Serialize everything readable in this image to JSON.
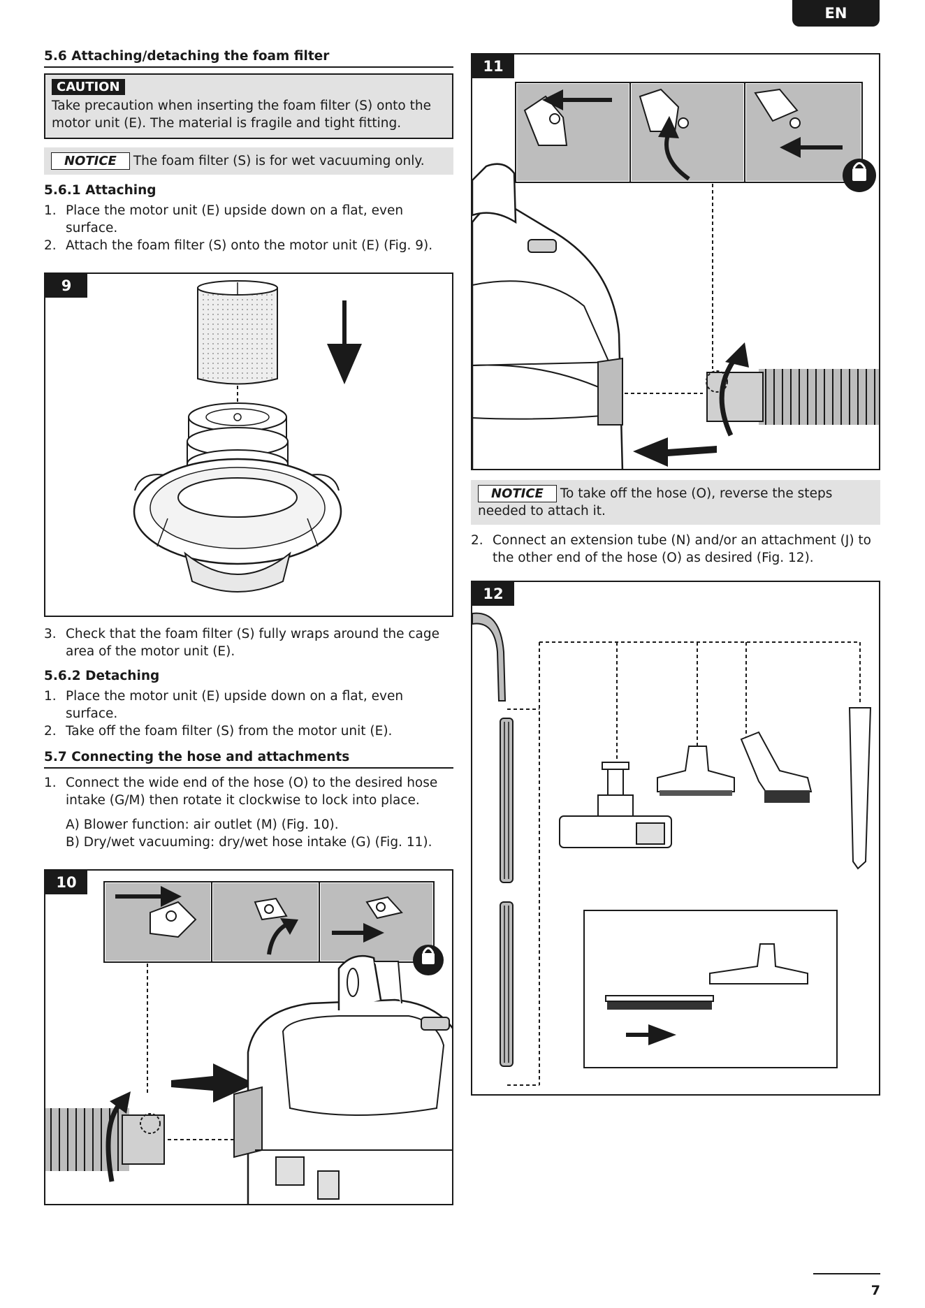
{
  "header": {
    "language": "EN"
  },
  "section_5_6": {
    "heading": "5.6 Attaching/detaching the foam filter",
    "caution": {
      "tag": "CAUTION",
      "text": "Take precaution when inserting the foam filter (S) onto the motor unit (E). The material is fragile and tight fitting."
    },
    "notice": {
      "tag": "NOTICE",
      "text": "The foam filter (S) is for wet vacuuming only."
    },
    "attaching": {
      "heading": "5.6.1 Attaching",
      "steps": [
        {
          "num": "1.",
          "text": "Place the motor unit (E) upside down on a flat, even surface."
        },
        {
          "num": "2.",
          "text": "Attach the foam filter (S) onto the motor unit (E) (Fig. 9)."
        }
      ],
      "step3": {
        "num": "3.",
        "text": "Check that the foam filter (S) fully wraps around the cage area of the motor unit (E)."
      }
    },
    "detaching": {
      "heading": "5.6.2 Detaching",
      "steps": [
        {
          "num": "1.",
          "text": "Place the motor unit (E) upside down on a flat, even surface."
        },
        {
          "num": "2.",
          "text": "Take off the foam filter (S) from the motor unit (E)."
        }
      ]
    }
  },
  "section_5_7": {
    "heading": "5.7 Connecting the hose and attachments",
    "step1": {
      "num": "1.",
      "text": "Connect the wide end of the hose (O) to the desired hose intake (G/M) then rotate it clockwise to lock into place."
    },
    "options": [
      "A) Blower function: air outlet (M) (Fig. 10).",
      "B) Dry/wet vacuuming: dry/wet hose intake (G) (Fig. 11)."
    ],
    "notice": {
      "tag": "NOTICE",
      "text": "To take off the hose (O), reverse the steps needed to attach it."
    },
    "step2": {
      "num": "2.",
      "text": "Connect an extension tube (N) and/or an attachment (J) to the other end of the hose (O) as desired (Fig. 12)."
    }
  },
  "figures": {
    "fig9": "9",
    "fig10": "10",
    "fig11": "11",
    "fig12": "12"
  },
  "footer": {
    "page": "7"
  }
}
